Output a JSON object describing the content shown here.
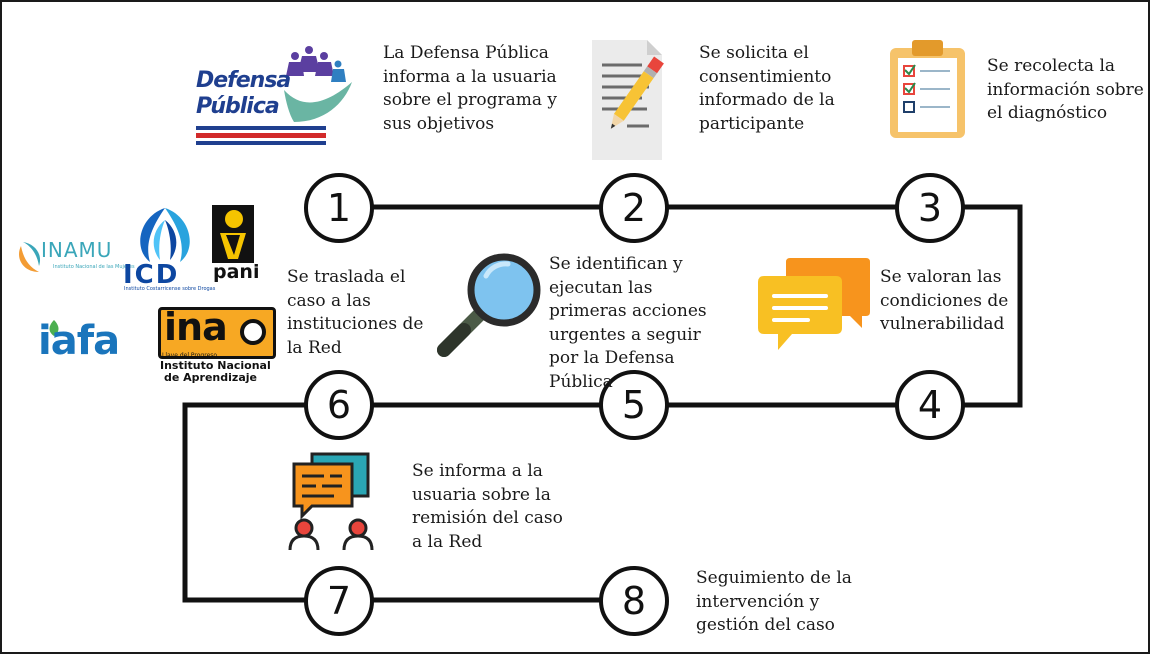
{
  "steps": [
    {
      "number": "1",
      "text": "La Defensa Pública informa a la usuaria sobre el programa y sus objetivos"
    },
    {
      "number": "2",
      "text": "Se solicita el consentimiento informado de la participante"
    },
    {
      "number": "3",
      "text": "Se recolecta la información sobre el diagnóstico"
    },
    {
      "number": "4",
      "text": "Se valoran las condiciones de vulnerabilidad"
    },
    {
      "number": "5",
      "text": "Se identifican y ejecutan las primeras acciones urgentes a seguir por la Defensa Pública"
    },
    {
      "number": "6",
      "text": "Se traslada el caso a las instituciones de la Red"
    },
    {
      "number": "7",
      "text": "Se informa a la usuaria sobre la remisión del caso a la Red"
    },
    {
      "number": "8",
      "text": "Seguimiento de la intervención y gestión del caso"
    }
  ],
  "logos": {
    "defensa_line1": "Defensa",
    "defensa_line2": "Pública",
    "inamu": "INAMU",
    "inamu_sub": "Instituto Nacional de las Mujeres",
    "icd": "ICD",
    "icd_sub": "Instituto Costarricense sobre Drogas",
    "pani": "pani",
    "iafa": "iafa",
    "ina": "ina",
    "ina_sub1": "Llave del Progreso",
    "ina_sub2": "Instituto Nacional",
    "ina_sub3": "de Aprendizaje"
  },
  "colors": {
    "line": "#111111",
    "defensa_blue": "#1f3f8f",
    "inamu_teal": "#3aa6b9",
    "icd_blue": "#1565c0",
    "pani_yellow": "#f5c400",
    "iafa_blue": "#1a75bc",
    "ina_orange": "#f7a823",
    "clipboard_orange": "#f6c36a",
    "chat_orange": "#f7941d",
    "chat_yellow": "#f8c023",
    "chat_teal": "#2aa6b4",
    "magnifier_blue": "#7ec3ef",
    "person_red": "#e8453c"
  }
}
